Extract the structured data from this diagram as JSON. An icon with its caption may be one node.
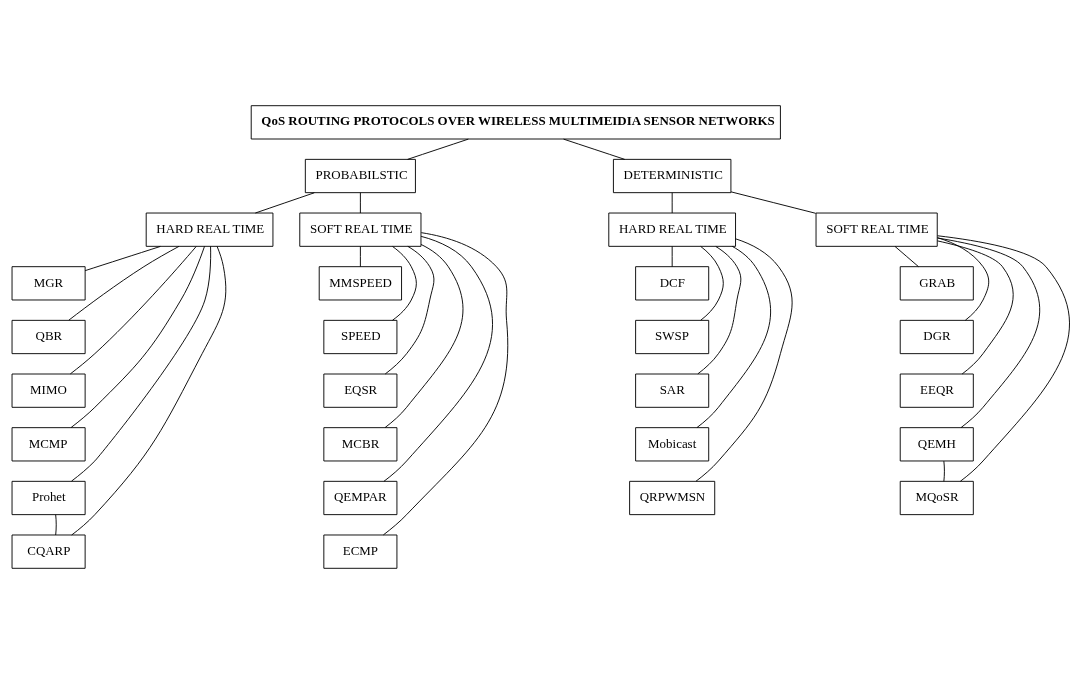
{
  "diagram": {
    "nodes": [
      {
        "text": [
          "QoS ROUTING PROTOCOLS OVER WIRELESS MULTIMEIDIA SENSOR NETWORKS"
        ]
      },
      {
        "text": [
          "PROBABILSTIC"
        ]
      },
      {
        "text": [
          "DETERMINISTIC"
        ]
      },
      {
        "text": [
          "HARD REAL TIME"
        ]
      },
      {
        "text": [
          "SOFT REAL TIME"
        ]
      },
      {
        "text": [
          "HARD REAL TIME"
        ]
      },
      {
        "text": [
          "SOFT REAL TIME"
        ]
      },
      {
        "text": [
          "MGR"
        ]
      },
      {
        "text": [
          "QBR"
        ]
      },
      {
        "text": [
          "MIMO"
        ]
      },
      {
        "text": [
          "MCMP"
        ]
      },
      {
        "text": [
          "Prohet"
        ]
      },
      {
        "text": [
          "CQARP"
        ]
      },
      {
        "text": [
          "MMSPEED"
        ]
      },
      {
        "text": [
          "SPEED"
        ]
      },
      {
        "text": [
          "EQSR"
        ]
      },
      {
        "text": [
          "MCBR"
        ]
      },
      {
        "text": [
          "QEMPAR"
        ]
      },
      {
        "text": [
          "ECMP"
        ]
      },
      {
        "text": [
          "DCF"
        ]
      },
      {
        "text": [
          "SWSP"
        ]
      },
      {
        "text": [
          "SAR"
        ]
      },
      {
        "text": [
          "Mobicast"
        ]
      },
      {
        "text": [
          "QRPWMSN"
        ]
      },
      {
        "text": [
          "GRAB"
        ]
      },
      {
        "text": [
          "DGR"
        ]
      },
      {
        "text": [
          "EEQR"
        ]
      },
      {
        "text": [
          "QEMH"
        ]
      },
      {
        "text": [
          "MQoSR"
        ]
      }
    ],
    "edges": [
      {
        "from": 0,
        "to": 1,
        "arrow": "none"
      },
      {
        "from": 0,
        "to": 2,
        "arrow": "none"
      },
      {
        "from": 1,
        "to": 3,
        "arrow": "none"
      },
      {
        "from": 1,
        "to": 4,
        "arrow": "none"
      },
      {
        "from": 2,
        "to": 5,
        "arrow": "none"
      },
      {
        "from": 2,
        "to": 6,
        "arrow": "none"
      },
      {
        "from": 3,
        "to": 7,
        "arrow": "none"
      },
      {
        "from": 3,
        "to": 8,
        "arrow": "none"
      },
      {
        "from": 3,
        "to": 9,
        "arrow": "none"
      },
      {
        "from": 3,
        "to": 10,
        "arrow": "none"
      },
      {
        "from": 3,
        "to": 11,
        "arrow": "none"
      },
      {
        "from": 3,
        "to": 12,
        "arrow": "none"
      },
      {
        "from": 11,
        "to": 12,
        "arrow": "none"
      },
      {
        "from": 4,
        "to": 13,
        "arrow": "none"
      },
      {
        "from": 4,
        "to": 14,
        "arrow": "none"
      },
      {
        "from": 4,
        "to": 15,
        "arrow": "none"
      },
      {
        "from": 4,
        "to": 16,
        "arrow": "none"
      },
      {
        "from": 4,
        "to": 17,
        "arrow": "none"
      },
      {
        "from": 4,
        "to": 18,
        "arrow": "none"
      },
      {
        "from": 5,
        "to": 19,
        "arrow": "none"
      },
      {
        "from": 5,
        "to": 20,
        "arrow": "none"
      },
      {
        "from": 5,
        "to": 21,
        "arrow": "none"
      },
      {
        "from": 5,
        "to": 22,
        "arrow": "none"
      },
      {
        "from": 5,
        "to": 23,
        "arrow": "none"
      },
      {
        "from": 6,
        "to": 24,
        "arrow": "none"
      },
      {
        "from": 6,
        "to": 25,
        "arrow": "none"
      },
      {
        "from": 6,
        "to": 26,
        "arrow": "none"
      },
      {
        "from": 6,
        "to": 27,
        "arrow": "none"
      },
      {
        "from": 6,
        "to": 28,
        "arrow": "none"
      },
      {
        "from": 27,
        "to": 28,
        "arrow": "none"
      }
    ]
  }
}
